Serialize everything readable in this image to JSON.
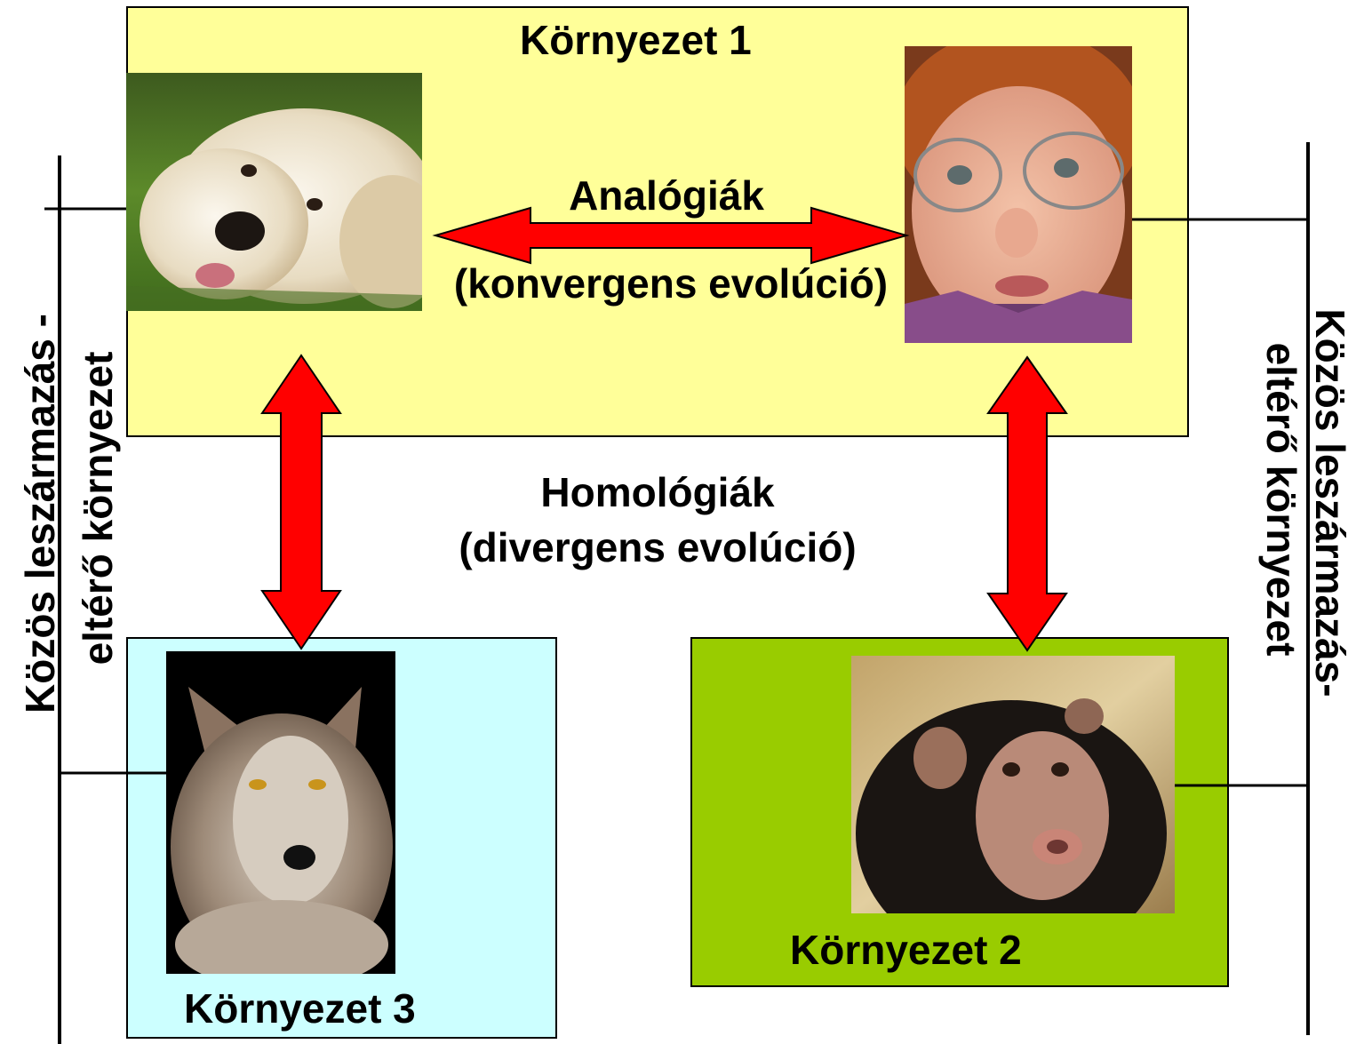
{
  "environments": {
    "env1": {
      "label": "Környezet 1",
      "color": "#ffff99"
    },
    "env2": {
      "label": "Környezet 2",
      "color": "#99cc00"
    },
    "env3": {
      "label": "Környezet 3",
      "color": "#ccffff"
    }
  },
  "analogies": {
    "title": "Analógiák",
    "subtitle": "(konvergens evolúció)"
  },
  "homologies": {
    "title": "Homológiák",
    "subtitle": "(divergens evolúció)"
  },
  "left_side": {
    "line1": "Közös leszármazás -",
    "line2": "eltérő környezet"
  },
  "right_side": {
    "line1": "Közös leszármazás-",
    "line2": "eltérő környezet"
  },
  "images": {
    "dog": "dog-photo",
    "boy": "boy-photo",
    "wolf": "wolf-photo",
    "chimp": "chimpanzee-photo"
  },
  "arrow_color": "#ff0000"
}
